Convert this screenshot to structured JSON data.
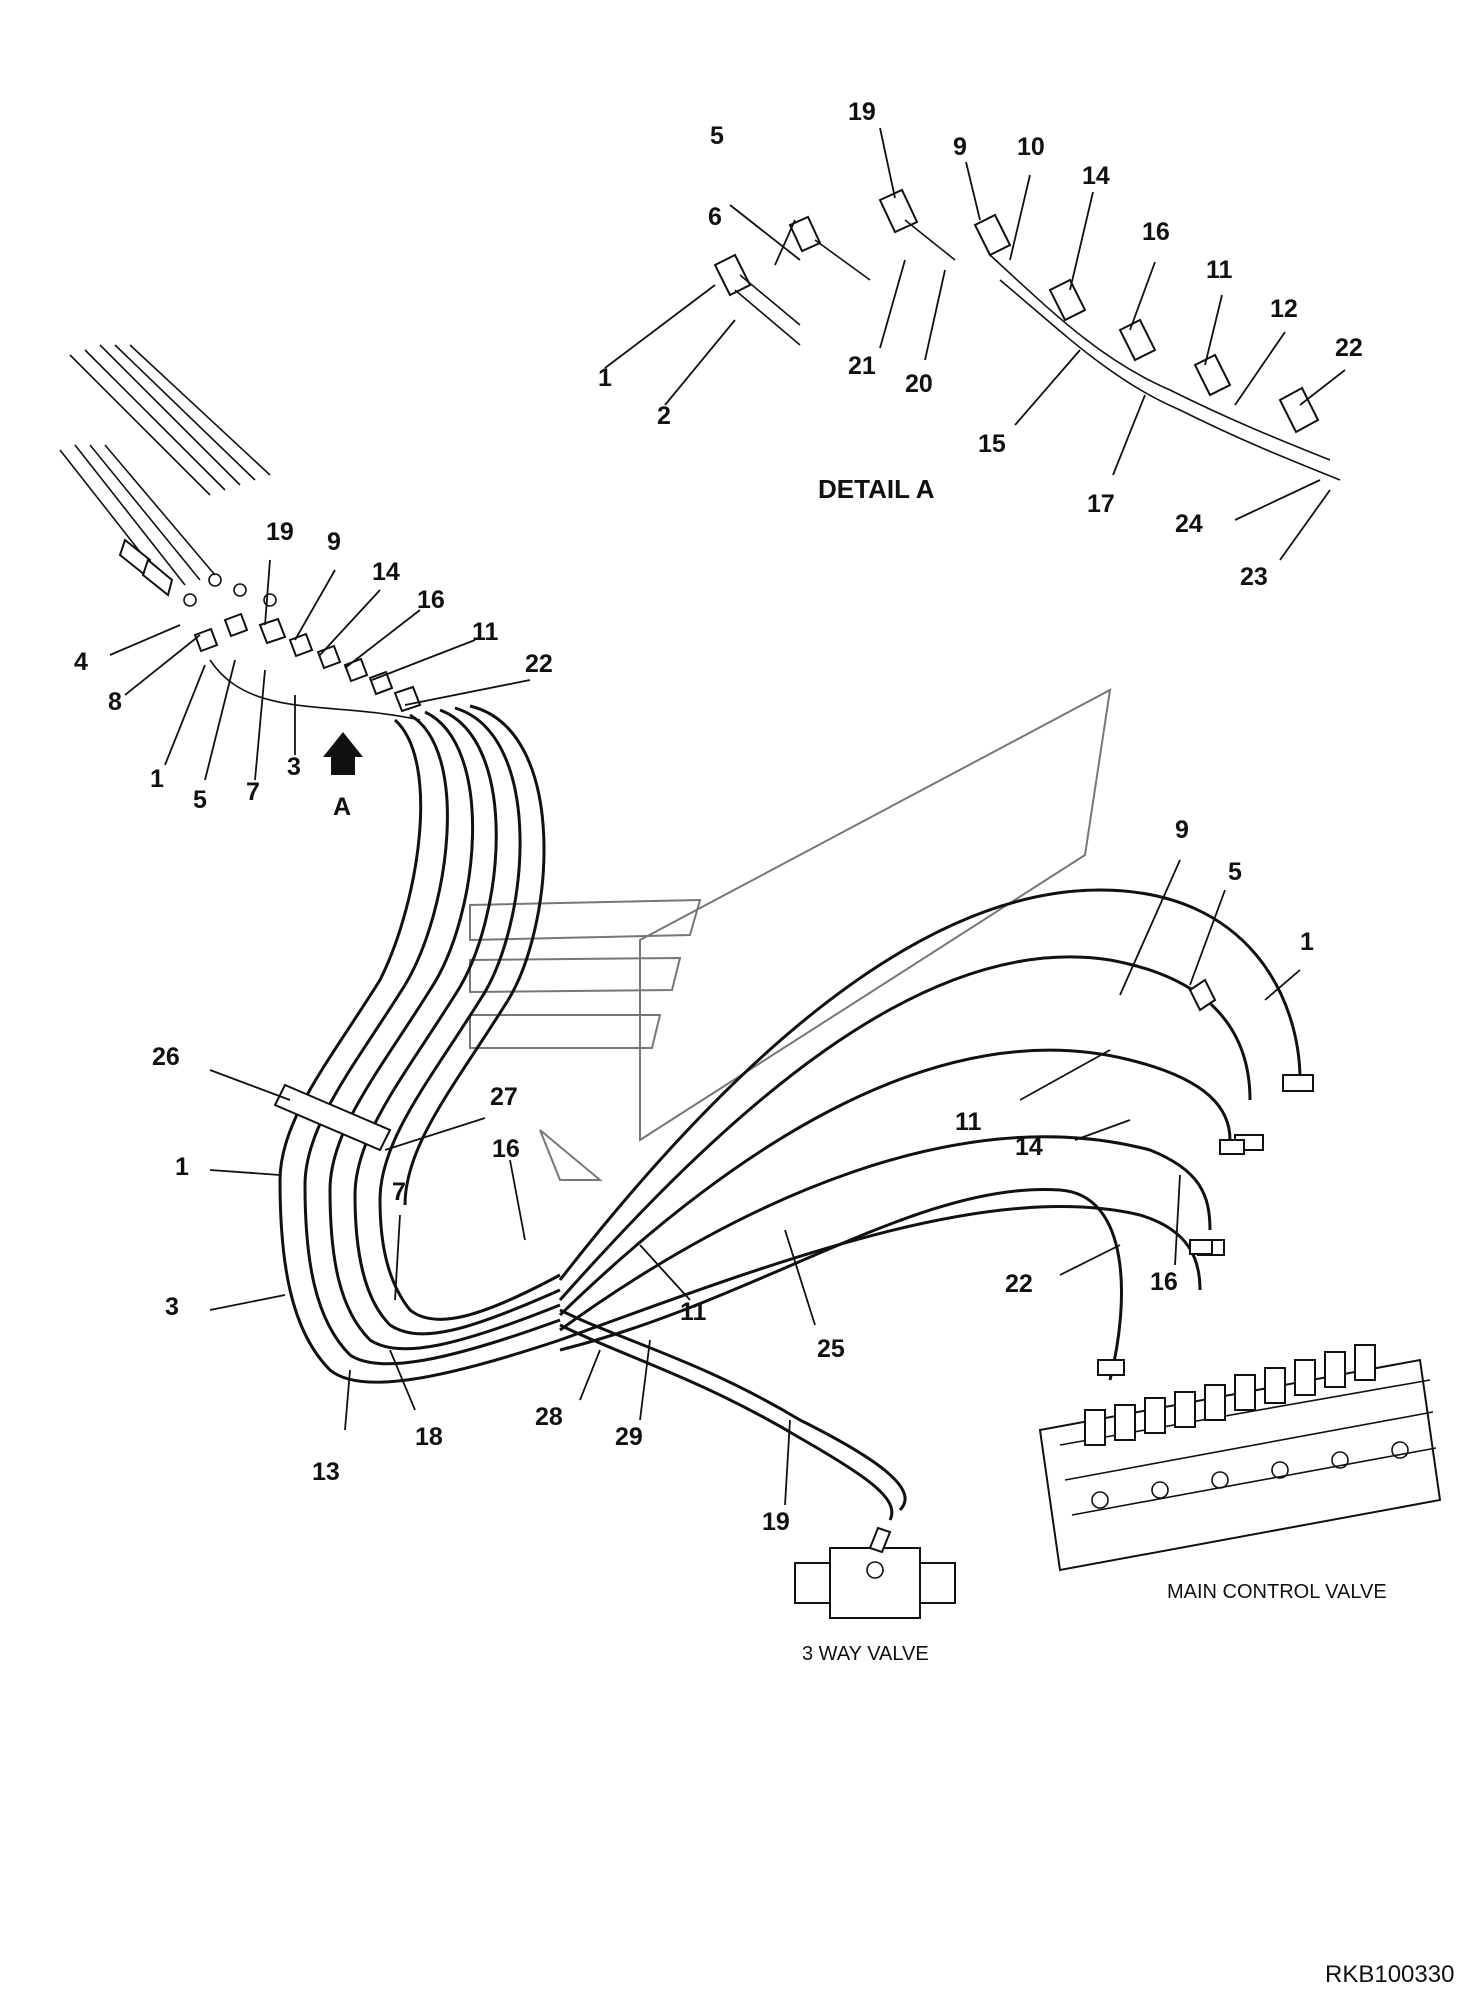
{
  "document_id": "RKB100330",
  "detail": {
    "title": "DETAIL A",
    "callouts": [
      "19",
      "5",
      "9",
      "10",
      "14",
      "6",
      "16",
      "11",
      "12",
      "22",
      "1",
      "21",
      "2",
      "20",
      "15",
      "17",
      "24",
      "23"
    ]
  },
  "view_arrow": {
    "label": "A"
  },
  "upper_fittings": {
    "callouts": [
      "19",
      "9",
      "14",
      "16",
      "11",
      "22",
      "4",
      "8",
      "1",
      "5",
      "7",
      "3"
    ]
  },
  "main_assembly": {
    "callouts": [
      "9",
      "5",
      "1",
      "26",
      "27",
      "16",
      "1",
      "7",
      "3",
      "11",
      "14",
      "22",
      "16",
      "11",
      "25",
      "28",
      "29",
      "18",
      "13",
      "19"
    ]
  },
  "components": {
    "main_control_valve": "MAIN CONTROL VALVE",
    "three_way_valve": "3 WAY VALVE"
  },
  "colors": {
    "line": "#111111",
    "watermark": "#777777",
    "background": "#ffffff"
  }
}
